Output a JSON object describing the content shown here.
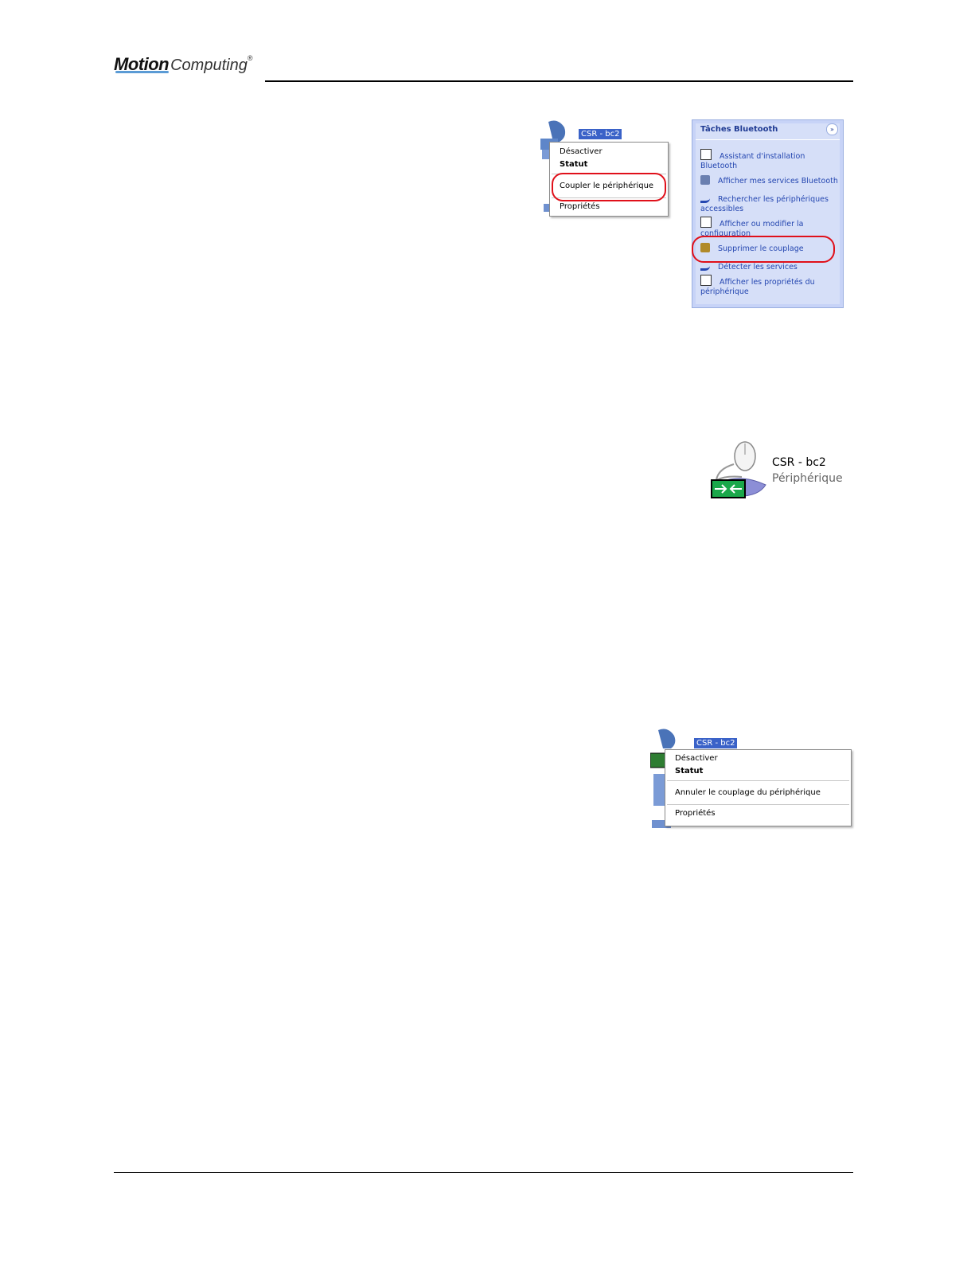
{
  "header": {
    "logo_motion": "Motion",
    "logo_computing": "Computing",
    "logo_reg": "®"
  },
  "pair_menu": {
    "device_label": "CSR - bc2",
    "items": [
      "Désactiver",
      "Statut",
      "Coupler le périphérique",
      "Propriétés"
    ]
  },
  "bluetooth_tasks": {
    "title": "Tâches Bluetooth",
    "collapse_glyph": "»",
    "items": [
      "Assistant d'installation Bluetooth",
      "Afficher mes services Bluetooth",
      "Rechercher les périphériques accessibles",
      "Afficher ou modifier la configuration",
      "Supprimer le couplage",
      "Détecter les services",
      "Afficher les propriétés du périphérique"
    ]
  },
  "paired_device": {
    "name": "CSR - bc2",
    "type": "Périphérique"
  },
  "unpair_menu": {
    "device_label": "CSR - bc2",
    "items": [
      "Désactiver",
      "Statut",
      "Annuler le couplage du périphérique",
      "Propriétés"
    ]
  }
}
